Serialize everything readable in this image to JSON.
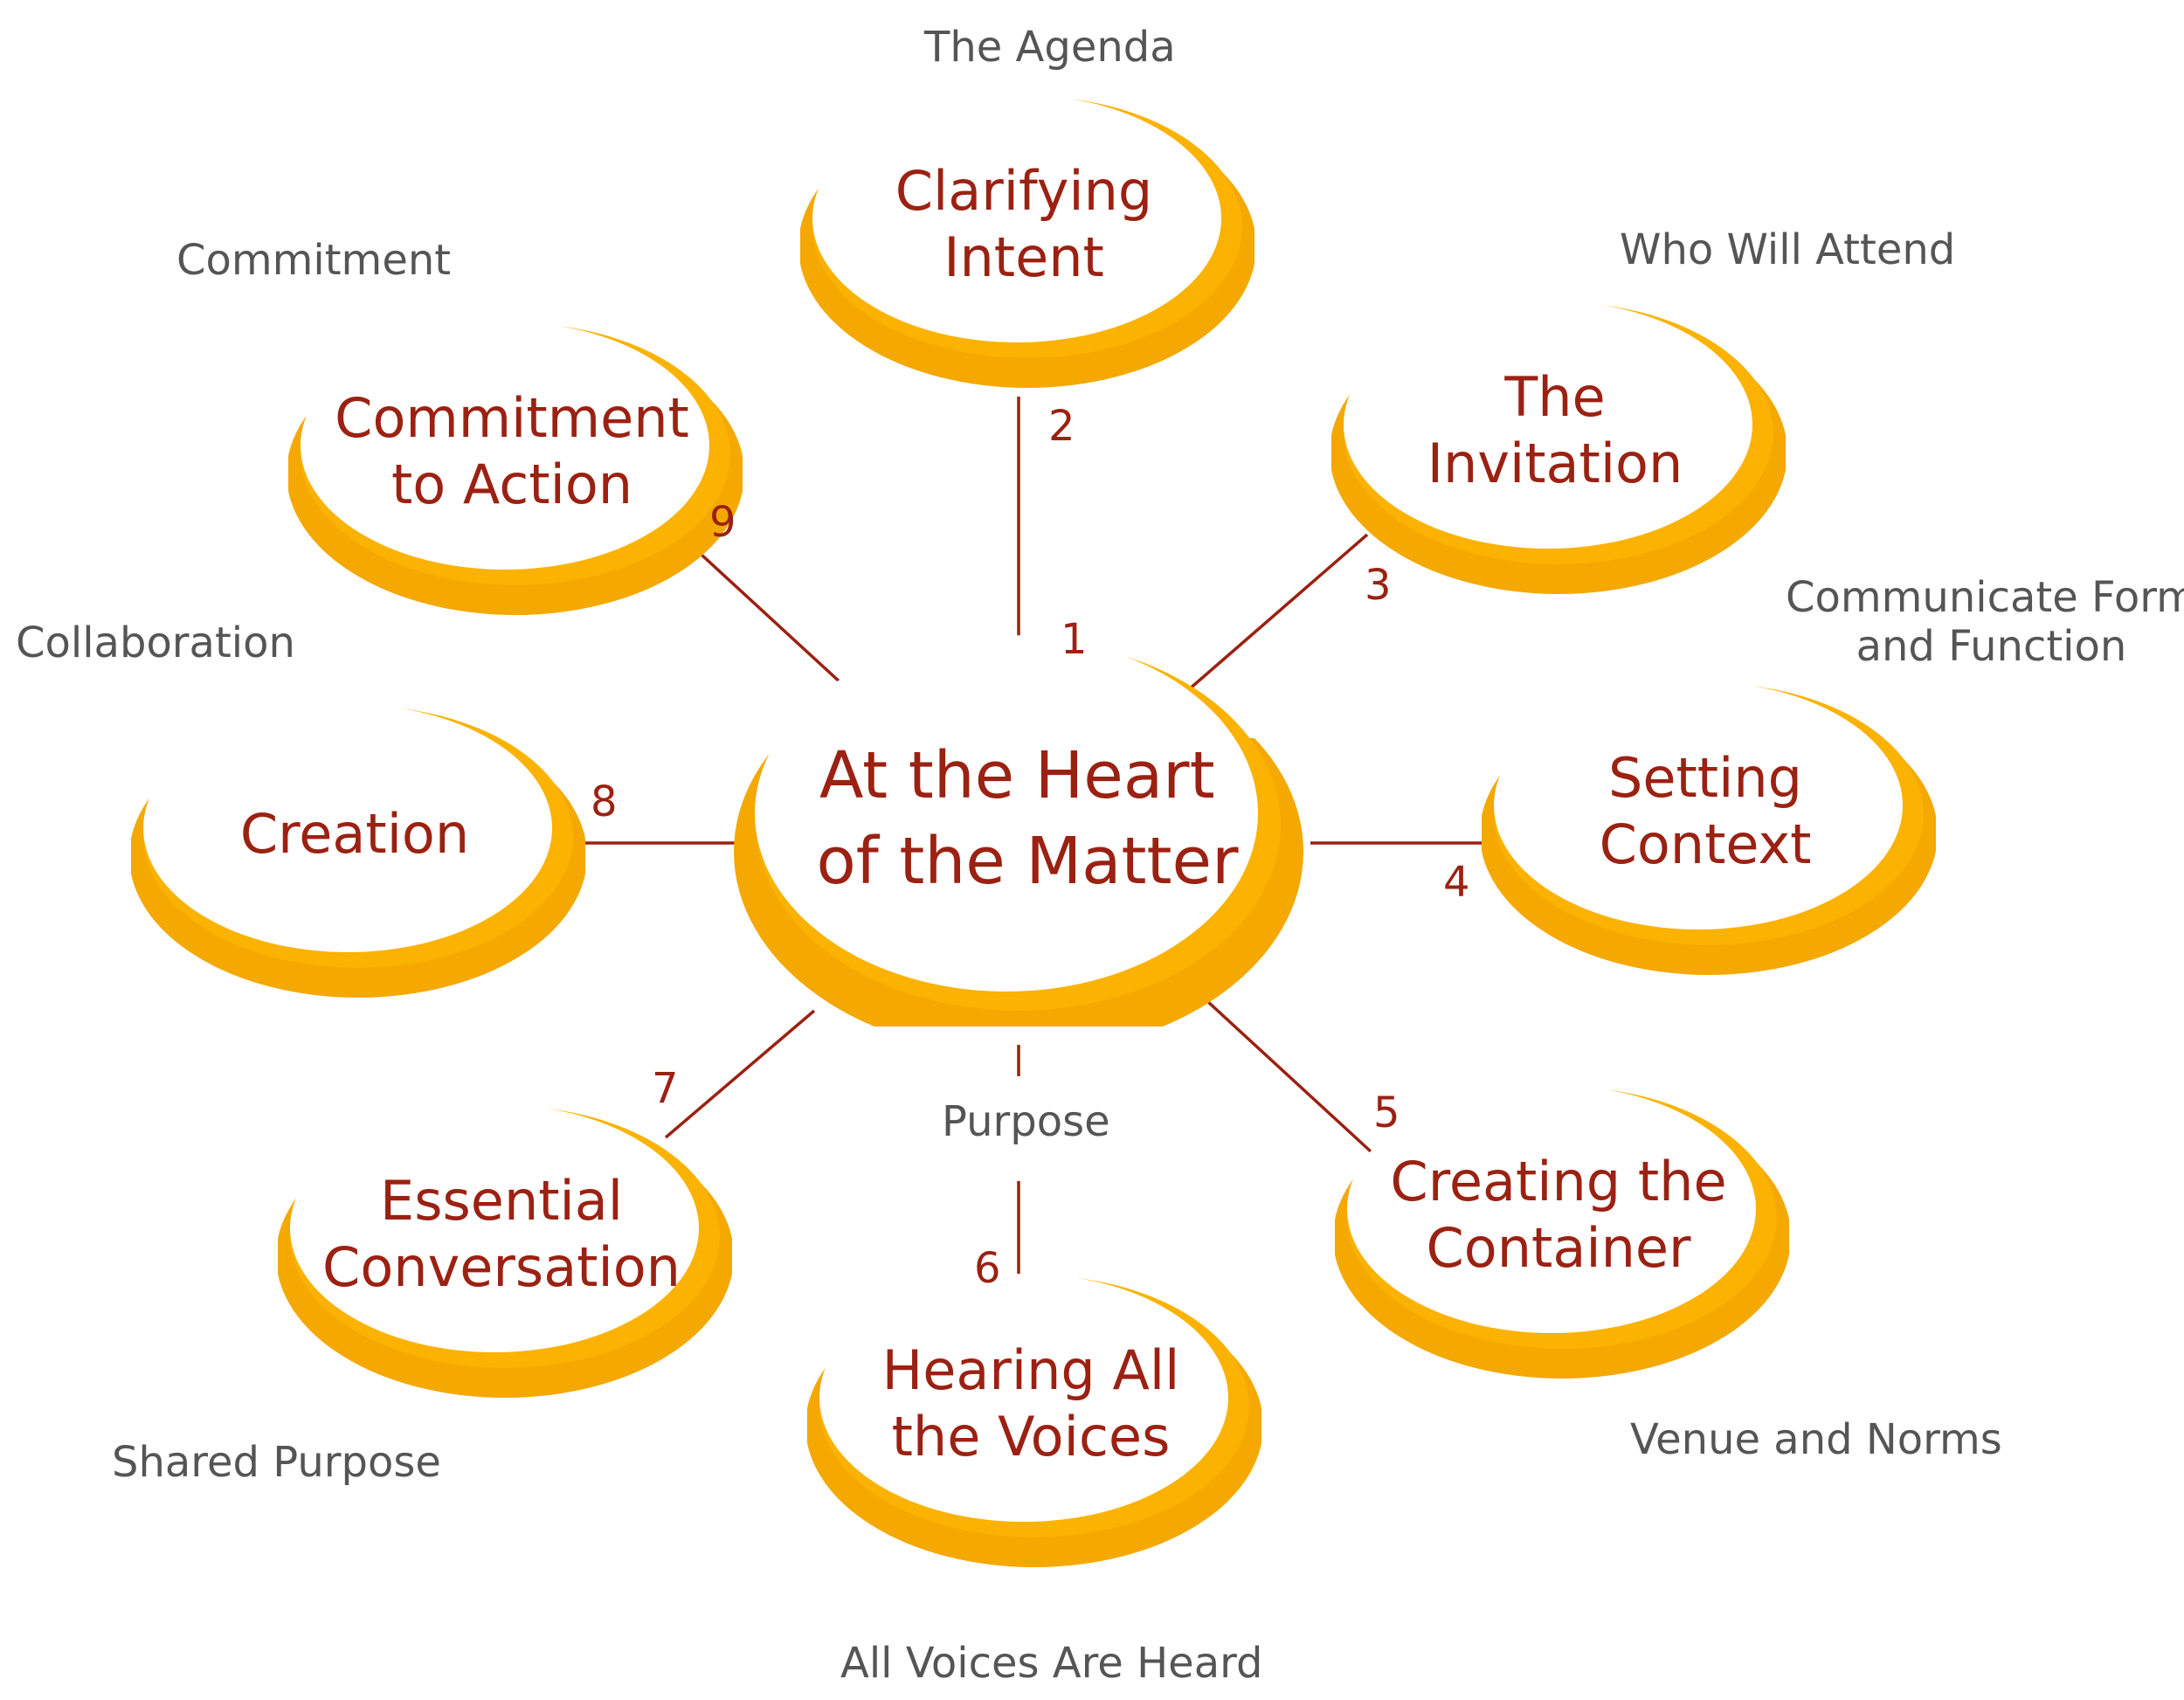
{
  "colors": {
    "ring": "#fbb200",
    "ring_shadow": "#f4a800",
    "node_text": "#9b2112",
    "connector": "#9b2112",
    "annotation_text": "#555555"
  },
  "center": {
    "lines": [
      "At the Heart",
      "of the Matter"
    ]
  },
  "nodes": [
    {
      "id": "clarifying-intent",
      "lines": [
        "Clarifying",
        "Intent"
      ],
      "annotation": "The Agenda"
    },
    {
      "id": "the-invitation",
      "lines": [
        "The",
        "Invitation"
      ],
      "annotation": "Who Will Attend"
    },
    {
      "id": "setting-context",
      "lines": [
        "Setting",
        "Context"
      ],
      "annotation": "Communicate Form\nand Function"
    },
    {
      "id": "creating-the-container",
      "lines": [
        "Creating the",
        "Container"
      ],
      "annotation": "Venue and Norms"
    },
    {
      "id": "hearing-all-the-voices",
      "lines": [
        "Hearing All",
        "the Voices"
      ],
      "annotation": "All Voices Are Heard"
    },
    {
      "id": "essential-conversation",
      "lines": [
        "Essential",
        "Conversation"
      ],
      "annotation": "Shared Purpose"
    },
    {
      "id": "creation",
      "lines": [
        "Creation"
      ],
      "annotation": "Collaboration"
    },
    {
      "id": "commitment-to-action",
      "lines": [
        "Commitment",
        "to Action"
      ],
      "annotation": "Commitment"
    }
  ],
  "center_annotation": "Purpose",
  "edge_numbers": [
    "1",
    "2",
    "3",
    "4",
    "5",
    "6",
    "7",
    "8",
    "9"
  ]
}
